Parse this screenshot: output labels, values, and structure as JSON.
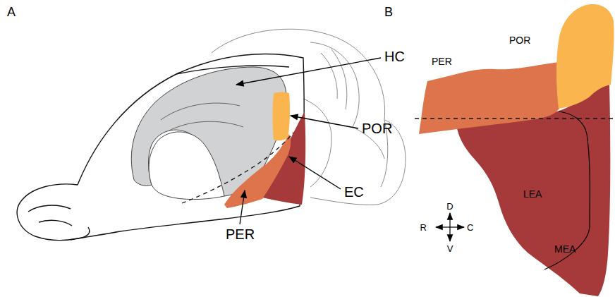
{
  "diagram": {
    "labels": [
      "A",
      "HC",
      "POR",
      "EC",
      "PER",
      "B",
      "POR",
      "PER",
      "LEA",
      "MEA",
      "D",
      "R",
      "C",
      "V"
    ]
  }
}
